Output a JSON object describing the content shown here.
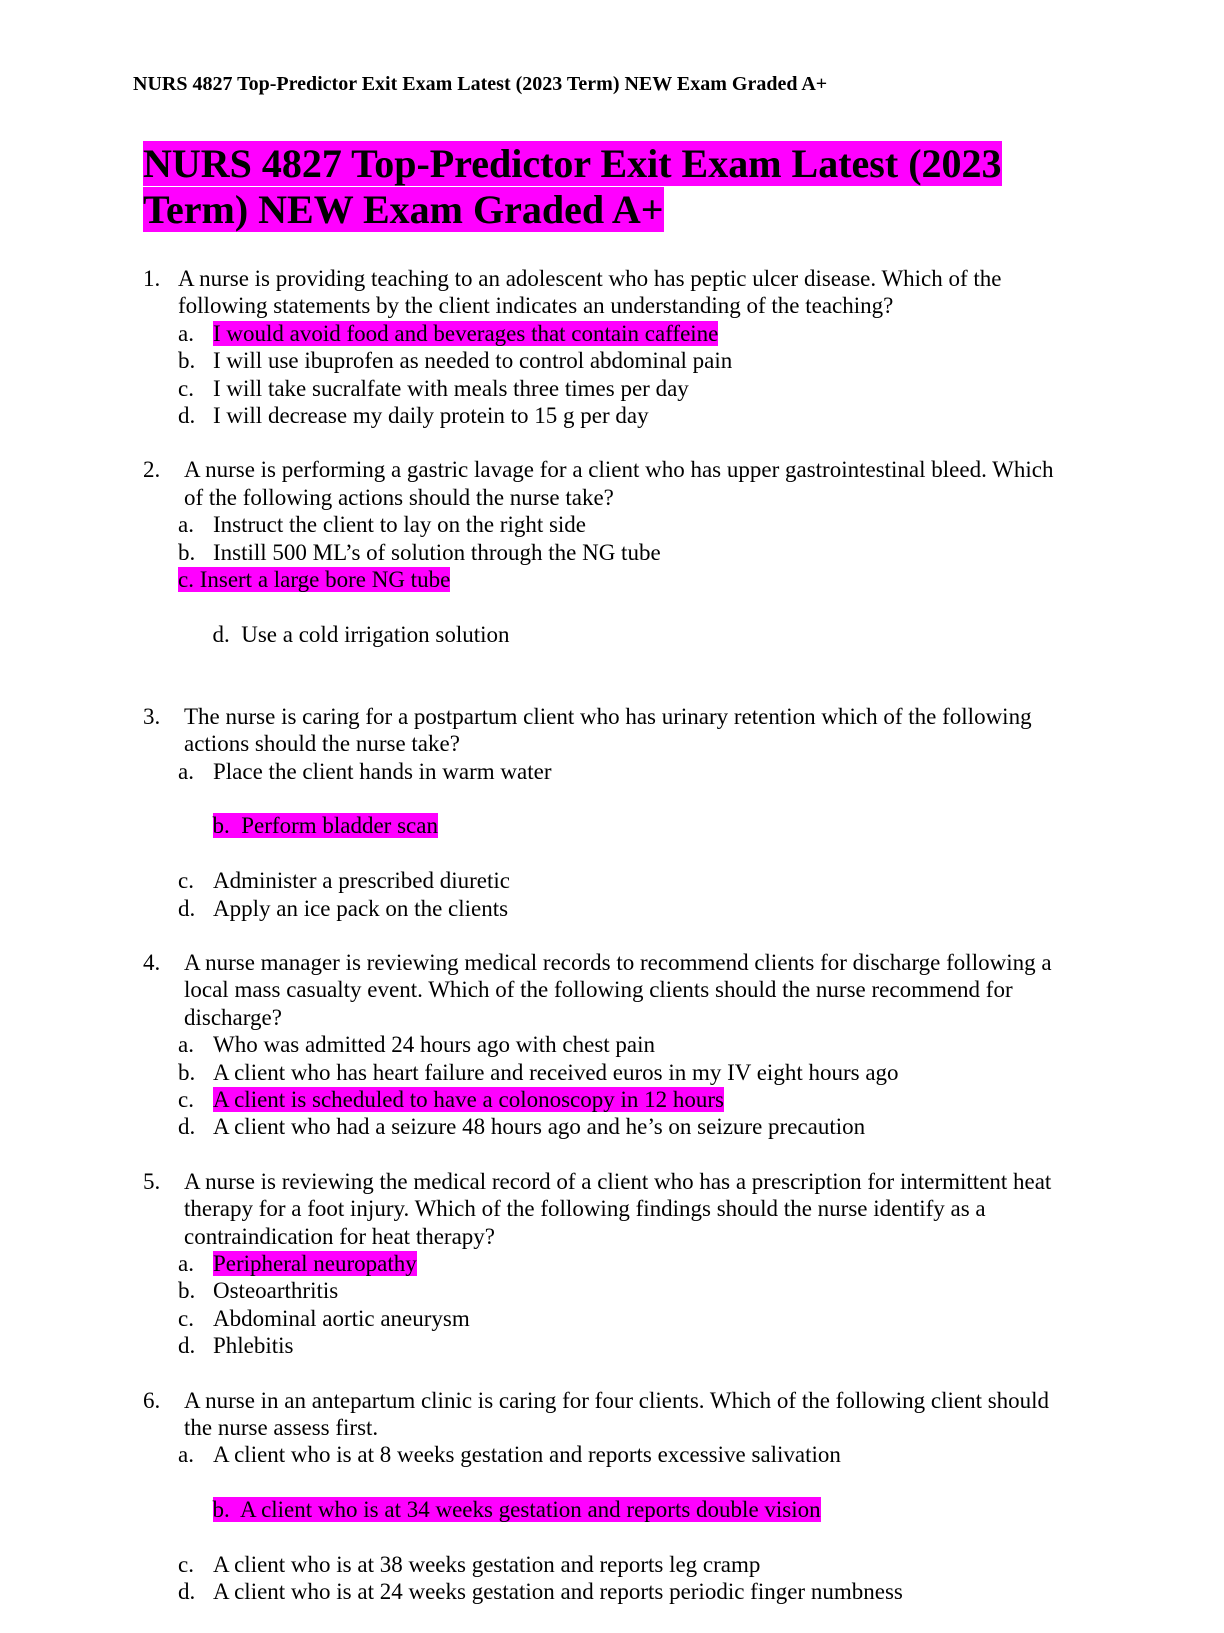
{
  "running_header": "NURS 4827 Top-Predictor Exit Exam Latest (2023 Term) NEW Exam Graded A+",
  "title": {
    "line1": "NURS 4827 Top-Predictor Exit Exam Latest (2023",
    "line2": "Term) NEW Exam Graded A+"
  },
  "highlight_color": "#ff00ff",
  "questions": [
    {
      "number": "1.",
      "stem": "A nurse is providing teaching to an adolescent who has peptic ulcer disease. Which of the following statements by the client indicates an understanding of the teaching?",
      "options": [
        {
          "letter": "a.",
          "text": "I would avoid food and beverages that contain caffeine"
        },
        {
          "letter": "b.",
          "text": "I will use ibuprofen as needed to control abdominal pain"
        },
        {
          "letter": "c.",
          "text": "I will take sucralfate with meals three times per day"
        },
        {
          "letter": "d.",
          "text": "I will decrease my daily protein to 15 g per day"
        }
      ]
    },
    {
      "number": "2.",
      "stem": "A nurse is performing a gastric lavage for a client who has upper gastrointestinal bleed. Which of the following actions should the nurse take?",
      "options": [
        {
          "letter": "a.",
          "text": "Instruct the client to lay on the right side"
        },
        {
          "letter": "b.",
          "text": "Instill 500 ML’s of solution through the NG tube"
        },
        {
          "text": "c. Insert a large bore NG tube"
        },
        {
          "text": "d.  Use a cold irrigation solution"
        }
      ]
    },
    {
      "number": "3.",
      "stem": "The nurse is caring for a postpartum client who has urinary retention which of the following actions should the nurse take?",
      "options": [
        {
          "letter": "a.",
          "text": "Place the client hands in warm water"
        },
        {
          "text": "b.  Perform bladder scan"
        },
        {
          "letter": "c.",
          "text": "Administer a prescribed diuretic"
        },
        {
          "letter": "d.",
          "text": "Apply an ice pack on the clients"
        }
      ]
    },
    {
      "number": "4.",
      "stem": "A nurse manager is reviewing medical records to recommend clients for discharge following a local mass casualty event. Which of the following clients should the nurse recommend for discharge?",
      "options": [
        {
          "letter": "a.",
          "text": "Who was admitted 24 hours ago with chest pain"
        },
        {
          "letter": "b.",
          "text": "A client who has heart failure and received euros in my IV eight hours ago"
        },
        {
          "letter": "c.",
          "text": "A client is scheduled to have a colonoscopy in 12 hours"
        },
        {
          "letter": "d.",
          "text": "A client who had a seizure 48 hours ago and he’s on seizure precaution"
        }
      ]
    },
    {
      "number": "5.",
      "stem": "A nurse is reviewing the medical record of a client who has a prescription for intermittent heat therapy for a foot injury. Which of the following findings should the nurse identify as a contraindication for heat therapy?",
      "options": [
        {
          "letter": "a.",
          "text": "Peripheral neuropathy"
        },
        {
          "letter": "b.",
          "text": "Osteoarthritis"
        },
        {
          "letter": "c.",
          "text": "Abdominal aortic aneurysm"
        },
        {
          "letter": "d.",
          "text": "Phlebitis"
        }
      ]
    },
    {
      "number": "6.",
      "stem": "A nurse in an antepartum clinic is caring for four clients. Which of the following client should the nurse assess first.",
      "options": [
        {
          "letter": "a.",
          "text": "A client who is at 8 weeks gestation and reports excessive salivation"
        },
        {
          "text": "b.  A client who is at 34 weeks gestation and reports double vision"
        },
        {
          "letter": "c.",
          "text": "A client who is at 38 weeks gestation and reports leg cramp"
        },
        {
          "letter": "d.",
          "text": "A client who is at 24 weeks gestation and reports periodic finger numbness"
        }
      ]
    }
  ]
}
